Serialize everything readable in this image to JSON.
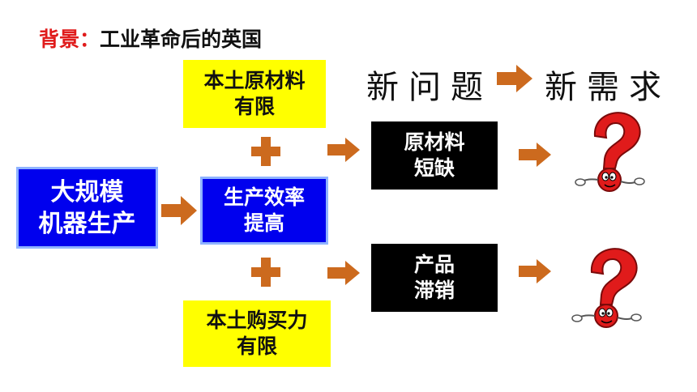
{
  "header": {
    "prefix": "背景：",
    "text": "工业革命后的英国"
  },
  "headings": {
    "new_problem": "新问题",
    "new_demand": "新需求"
  },
  "boxes": {
    "mass_production": [
      "大规模",
      "机器生产"
    ],
    "efficiency": [
      "生产效率",
      "提高"
    ],
    "raw_materials": [
      "本土原材料",
      "有限"
    ],
    "purchasing_power": [
      "本土购买力",
      "有限"
    ],
    "shortage": [
      "原材料",
      "短缺"
    ],
    "unsold": [
      "产品",
      "滞销"
    ]
  },
  "colors": {
    "yellow": "#ffff00",
    "blue": "#0000ee",
    "black": "#000000",
    "arrow": "#cc6a1e",
    "red": "#e01b1b"
  },
  "icons": [
    "plus-icon",
    "arrow-right-icon",
    "question-mark-figure-icon"
  ]
}
